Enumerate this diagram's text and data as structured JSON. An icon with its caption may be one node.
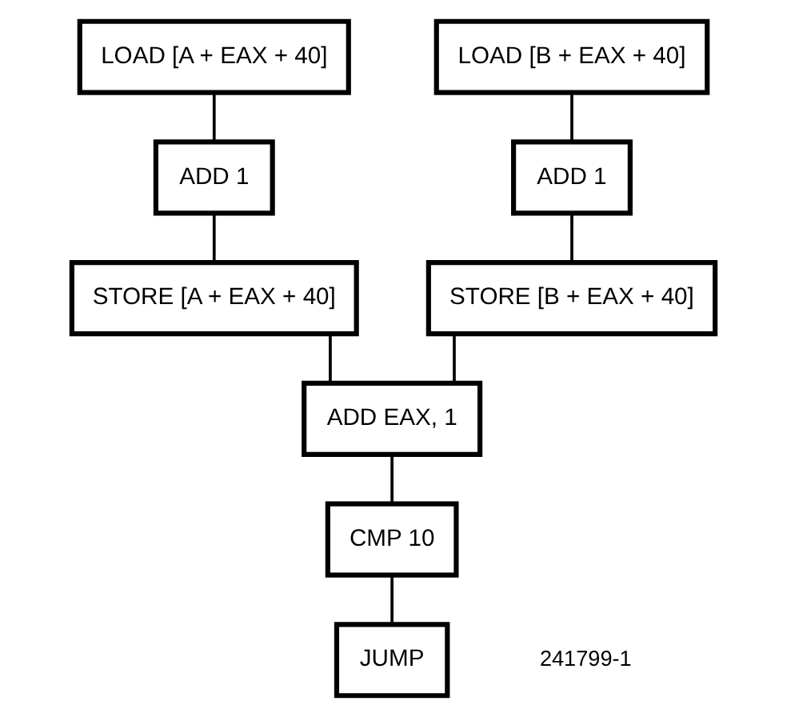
{
  "diagram": {
    "nodes": [
      {
        "text": [
          "LOAD [A + EAX + 40]"
        ]
      },
      {
        "text": [
          "LOAD [B + EAX + 40]"
        ]
      },
      {
        "text": [
          "ADD 1"
        ]
      },
      {
        "text": [
          "ADD 1"
        ]
      },
      {
        "text": [
          "STORE [A + EAX + 40]"
        ]
      },
      {
        "text": [
          "STORE [B + EAX + 40]"
        ]
      },
      {
        "text": [
          "ADD EAX, 1"
        ]
      },
      {
        "text": [
          "CMP 10"
        ]
      },
      {
        "text": [
          "JUMP"
        ]
      }
    ],
    "edges": [
      {
        "from": 0,
        "to": 2,
        "arrow": "none"
      },
      {
        "from": 2,
        "to": 4,
        "arrow": "none"
      },
      {
        "from": 1,
        "to": 3,
        "arrow": "none"
      },
      {
        "from": 3,
        "to": 5,
        "arrow": "none"
      },
      {
        "from": 4,
        "to": 6,
        "arrow": "none"
      },
      {
        "from": 5,
        "to": 6,
        "arrow": "none"
      },
      {
        "from": 6,
        "to": 7,
        "arrow": "none"
      },
      {
        "from": 7,
        "to": 8,
        "arrow": "none"
      }
    ],
    "labels": [
      "241799-1"
    ]
  }
}
